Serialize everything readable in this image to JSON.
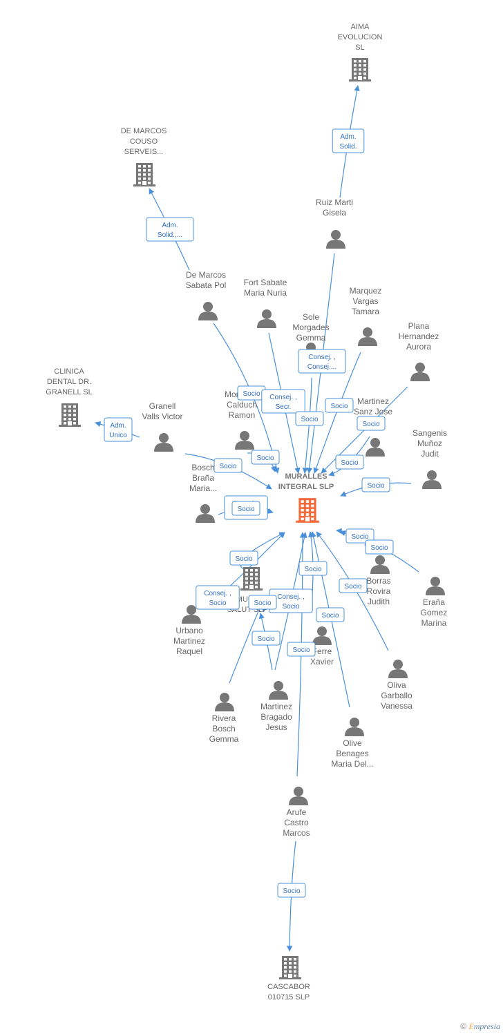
{
  "colors": {
    "edge": "#4a90d9",
    "label_border": "#4a90d9",
    "node_gray": "#777777",
    "main_company": "#f26b3a"
  },
  "nodes": [
    {
      "id": "muralles",
      "type": "company-main",
      "label": [
        "MURALLES",
        "INTEGRAL  SLP"
      ]
    },
    {
      "id": "aima",
      "type": "company",
      "label": [
        "AIMA",
        "EVOLUCION",
        "SL"
      ]
    },
    {
      "id": "demarcoscouso",
      "type": "company",
      "label": [
        "DE MARCOS",
        "COUSO",
        "SERVEIS..."
      ]
    },
    {
      "id": "clinica",
      "type": "company",
      "label": [
        "CLINICA",
        "DENTAL DR.",
        "GRANELL  SL"
      ]
    },
    {
      "id": "murasalut",
      "type": "company",
      "label": [
        "MURA",
        "SALUT SLP"
      ]
    },
    {
      "id": "cascabor",
      "type": "company",
      "label": [
        "CASCABOR",
        "010715  SLP"
      ]
    },
    {
      "id": "ruiz",
      "type": "person",
      "label": [
        "Ruiz Marti",
        "Gisela"
      ]
    },
    {
      "id": "demarcospol",
      "type": "person",
      "label": [
        "De Marcos",
        "Sabata Pol"
      ]
    },
    {
      "id": "fort",
      "type": "person",
      "label": [
        "Fort Sabate",
        "Maria Nuria"
      ]
    },
    {
      "id": "marquez",
      "type": "person",
      "label": [
        "Marquez",
        "Vargas",
        "Tamara"
      ]
    },
    {
      "id": "sole",
      "type": "person",
      "label": [
        "Sole",
        "Morgades",
        "Gemma"
      ]
    },
    {
      "id": "plana",
      "type": "person",
      "label": [
        "Plana",
        "Hernandez",
        "Aurora"
      ]
    },
    {
      "id": "granell",
      "type": "person",
      "label": [
        "Granell",
        "Valls Victor"
      ]
    },
    {
      "id": "montero",
      "type": "person",
      "label": [
        "Monteg...",
        "Calduch",
        "Ramon"
      ]
    },
    {
      "id": "martinezsanz",
      "type": "person",
      "label": [
        "Martinez",
        "Sanz Jose"
      ]
    },
    {
      "id": "sangenis",
      "type": "person",
      "label": [
        "Sangenis",
        "Muñoz",
        "Judit"
      ]
    },
    {
      "id": "bosch",
      "type": "person",
      "label": [
        "Bosch",
        "Braña",
        "Maria..."
      ]
    },
    {
      "id": "borras",
      "type": "person",
      "label": [
        "Borras",
        "Rovira",
        "Judith"
      ]
    },
    {
      "id": "erana",
      "type": "person",
      "label": [
        "Eraña",
        "Gomez",
        "Marina"
      ]
    },
    {
      "id": "urbano",
      "type": "person",
      "label": [
        "Urbano",
        "Martinez",
        "Raquel"
      ]
    },
    {
      "id": "ferre",
      "type": "person",
      "label": [
        "Ferre",
        "Xavier"
      ]
    },
    {
      "id": "oliva",
      "type": "person",
      "label": [
        "Oliva",
        "Garballo",
        "Vanessa"
      ]
    },
    {
      "id": "rivera",
      "type": "person",
      "label": [
        "Rivera",
        "Bosch",
        "Gemma"
      ]
    },
    {
      "id": "bragado",
      "type": "person",
      "label": [
        "Martinez",
        "Bragado",
        "Jesus"
      ]
    },
    {
      "id": "olive",
      "type": "person",
      "label": [
        "Olive",
        "Benages",
        "Maria Del..."
      ]
    },
    {
      "id": "arufe",
      "type": "person",
      "label": [
        "Arufe",
        "Castro",
        "Marcos"
      ]
    }
  ],
  "edges": [
    {
      "from": "ruiz",
      "to": "aima",
      "label": [
        "Adm.",
        "Solid."
      ]
    },
    {
      "from": "demarcospol",
      "to": "demarcoscouso",
      "label": [
        "Adm.",
        "Solid.,..."
      ]
    },
    {
      "from": "granell",
      "to": "clinica",
      "label": [
        "Adm.",
        "Unico"
      ]
    },
    {
      "from": "demarcospol",
      "to": "muralles",
      "label": [
        "Socio"
      ]
    },
    {
      "from": "fort",
      "to": "muralles",
      "label": [
        "Consej. ,",
        "Secr."
      ]
    },
    {
      "from": "sole",
      "to": "muralles",
      "label": [
        "Socio"
      ]
    },
    {
      "from": "ruiz",
      "to": "muralles",
      "label": [
        "Consej. ,",
        "Consej...."
      ]
    },
    {
      "from": "marquez",
      "to": "muralles",
      "label": [
        "Socio"
      ]
    },
    {
      "from": "plana",
      "to": "muralles",
      "label": [
        "Socio"
      ]
    },
    {
      "from": "martinezsanz",
      "to": "muralles",
      "label": [
        "Socio"
      ]
    },
    {
      "from": "montero",
      "to": "muralles",
      "label": [
        "Socio"
      ]
    },
    {
      "from": "granell",
      "to": "muralles",
      "label": [
        "Socio"
      ]
    },
    {
      "from": "sangenis",
      "to": "muralles",
      "label": [
        "Socio"
      ]
    },
    {
      "from": "bosch",
      "to": "muralles",
      "label": [
        "Consej. ,",
        "Socio"
      ]
    },
    {
      "from": "bosch",
      "to": "muralles",
      "label": [
        "Socio"
      ]
    },
    {
      "from": "borras",
      "to": "muralles",
      "label": [
        "Socio"
      ]
    },
    {
      "from": "erana",
      "to": "muralles",
      "label": [
        "Socio"
      ]
    },
    {
      "from": "urbano",
      "to": "muralles",
      "label": [
        "Consej. ,",
        "Socio"
      ]
    },
    {
      "from": "murasalut",
      "to": "muralles",
      "label": [
        "Socio"
      ]
    },
    {
      "from": "ferre",
      "to": "muralles",
      "label": [
        "Socio"
      ]
    },
    {
      "from": "oliva",
      "to": "muralles",
      "label": [
        "Socio"
      ]
    },
    {
      "from": "olive",
      "to": "muralles",
      "label": [
        "Socio"
      ]
    },
    {
      "from": "bragado",
      "to": "muralles",
      "label": [
        "Consej. ,",
        "Socio"
      ]
    },
    {
      "from": "rivera",
      "to": "murasalut",
      "label": [
        "Socio"
      ]
    },
    {
      "from": "bragado",
      "to": "murasalut",
      "label": [
        "Socio"
      ]
    },
    {
      "from": "arufe",
      "to": "muralles",
      "label": [
        "Socio"
      ]
    },
    {
      "from": "arufe",
      "to": "cascabor",
      "label": [
        "Socio"
      ]
    }
  ],
  "footer": {
    "copyright": "©",
    "brand_e": "E",
    "brand_rest": "mpresia"
  }
}
